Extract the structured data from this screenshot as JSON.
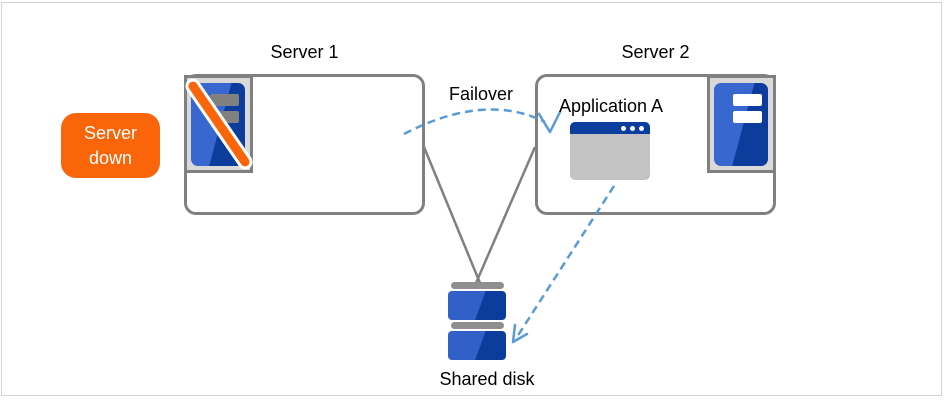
{
  "diagram": {
    "badge": {
      "line1": "Server",
      "line2": "down"
    },
    "server1": {
      "title": "Server 1"
    },
    "server2": {
      "title": "Server 2"
    },
    "failover_label": "Failover",
    "application_label": "Application A",
    "shared_disk_label": "Shared disk"
  },
  "icons": {
    "server1_icon": "server-tower-crossed-out",
    "server2_icon": "server-tower",
    "application_icon": "application-window",
    "shared_disk_icon": "disk-stack",
    "failover_arrow": "dashed-curved-arrow",
    "app_to_disk_arrow": "dashed-straight-arrow"
  },
  "colors": {
    "accent_orange": "#f96508",
    "server_blue_light": "#3767cf",
    "server_blue_dark": "#0c3c9c",
    "link_gray": "#808080",
    "dashed_arrow_blue": "#5b9bd5",
    "icon_frame_fill": "#d9d9d9",
    "app_body_gray": "#c3c3c3",
    "disk_cap_gray": "#8f8f8f"
  }
}
